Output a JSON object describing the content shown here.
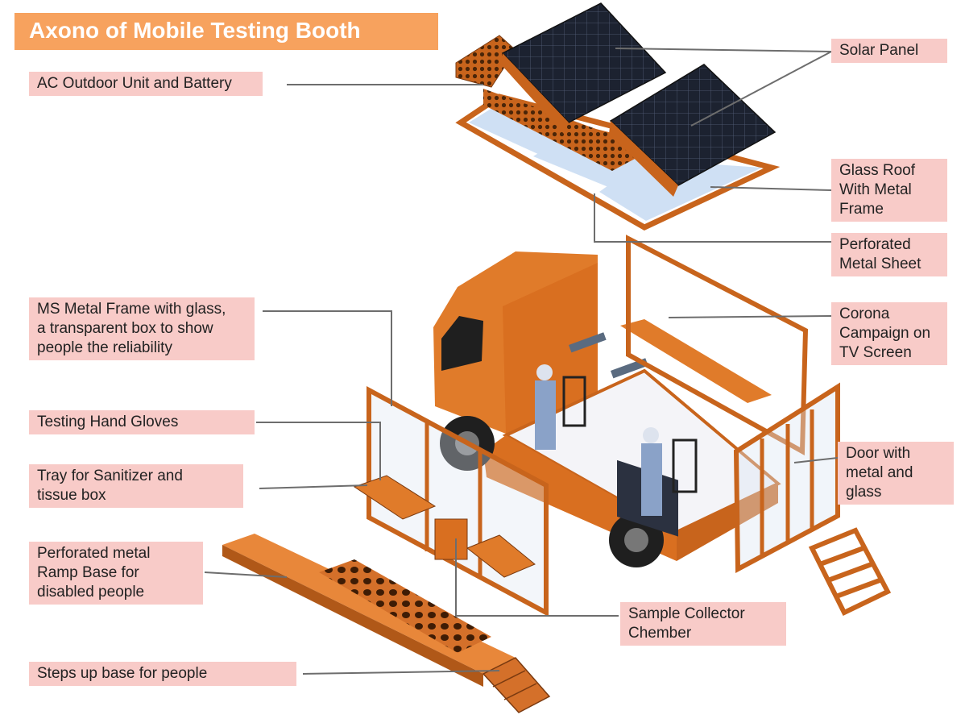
{
  "title": "Axono of Mobile Testing Booth",
  "labels": {
    "ac_unit": "AC Outdoor Unit and Battery",
    "ms_frame_1": "MS Metal Frame with glass,",
    "ms_frame_2": "a transparent box to show",
    "ms_frame_3": "people the reliability",
    "gloves": "Testing Hand Gloves",
    "tray_1": "Tray for Sanitizer and",
    "tray_2": "tissue box",
    "ramp_1": "Perforated metal",
    "ramp_2": "Ramp Base for",
    "ramp_3": "disabled people",
    "steps": "Steps up base for people",
    "solar": "Solar Panel",
    "glass_roof_1": "Glass Roof",
    "glass_roof_2": "With Metal",
    "glass_roof_3": "Frame",
    "perforated_1": "Perforated",
    "perforated_2": "Metal Sheet",
    "corona_1": "Corona",
    "corona_2": "Campaign on",
    "corona_3": "TV Screen",
    "door_1": "Door with",
    "door_2": "metal and",
    "door_3": "glass",
    "sample_1": "Sample Collector",
    "sample_2": "Chember"
  },
  "colors": {
    "title_bg": "#f7a25e",
    "label_bg": "#f8cbc8",
    "truck_orange": "#e07b2a",
    "frame_orange": "#c8641c",
    "solar_dark": "#1c2230",
    "glass": "#cfe0f4",
    "leader": "#6d6d6d"
  }
}
